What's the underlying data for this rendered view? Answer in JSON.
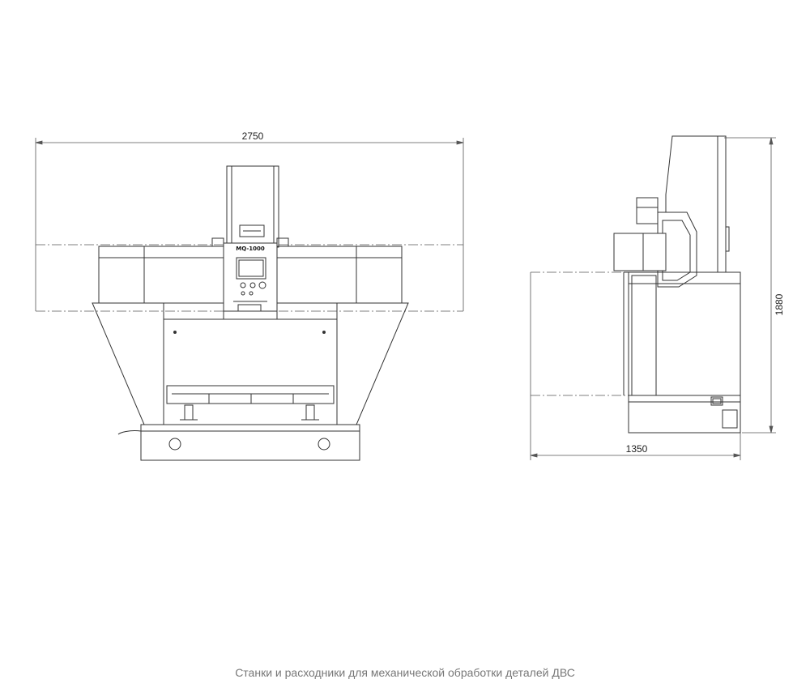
{
  "front_view": {
    "width_dimension": "2750",
    "model_label": "MQ-1000"
  },
  "side_view": {
    "depth_dimension": "1350",
    "height_dimension": "1880"
  },
  "caption": "Станки и расходники для механической обработки деталей ДВС"
}
